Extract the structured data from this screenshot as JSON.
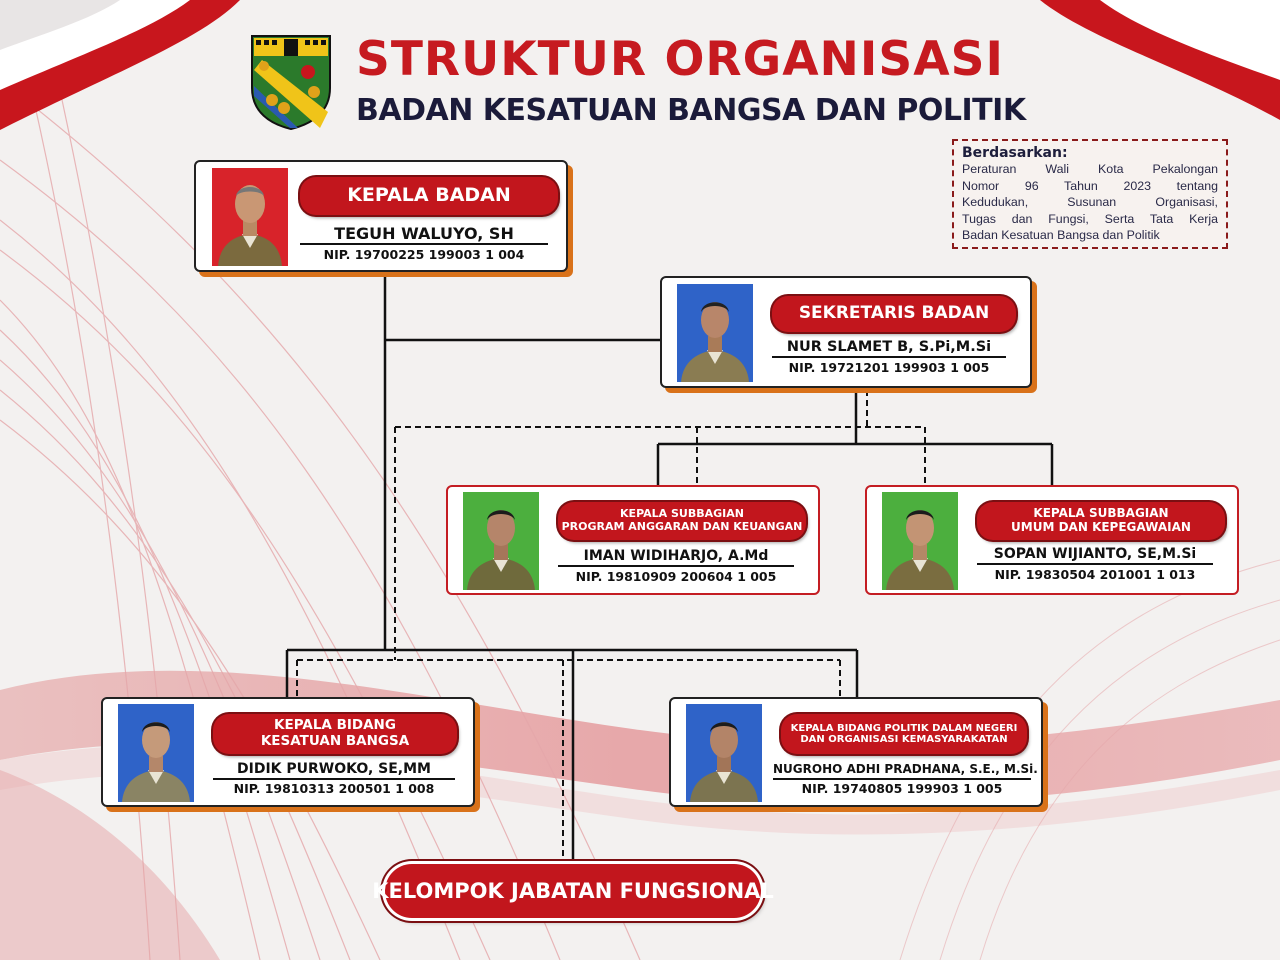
{
  "header": {
    "title": "STRUKTUR ORGANISASI",
    "subtitle": "BADAN KESATUAN BANGSA DAN POLITIK"
  },
  "basis": {
    "heading": "Berdasarkan:",
    "lines": [
      "Peraturan Wali Kota Pekalongan",
      "Nomor 96 Tahun 2023 tentang",
      "Kedudukan, Susunan Organisasi,",
      "Tugas dan Fungsi, Serta Tata Kerja",
      "Badan Kesatuan Bangsa dan Politik"
    ]
  },
  "positions": {
    "kepala": {
      "title": "KEPALA BADAN",
      "name": "TEGUH WALUYO, SH",
      "nip": "NIP.  19700225 199003 1 004"
    },
    "sekretaris": {
      "title": "SEKRETARIS BADAN",
      "name": "NUR SLAMET B, S.Pi,M.Si",
      "nip": "NIP.  19721201 199903 1 005"
    },
    "subbag_program": {
      "title_line1": "KEPALA SUBBAGIAN",
      "title_line2": "PROGRAM ANGGARAN DAN KEUANGAN",
      "name": "IMAN WIDIHARJO, A.Md",
      "nip": "NIP.  19810909 200604 1 005"
    },
    "subbag_umum": {
      "title_line1": "KEPALA SUBBAGIAN",
      "title_line2": "UMUM DAN KEPEGAWAIAN",
      "name": "SOPAN WIJIANTO, SE,M.Si",
      "nip": "NIP.  19830504 201001 1 013"
    },
    "bidang_kesbang": {
      "title_line1": "KEPALA BIDANG",
      "title_line2": "KESATUAN BANGSA",
      "name": "DIDIK PURWOKO, SE,MM",
      "nip": "NIP.  19810313 200501 1 008"
    },
    "bidang_politik": {
      "title_line1": "KEPALA BIDANG POLITIK DALAM NEGERI",
      "title_line2": "DAN ORGANISASI KEMASYARAKATAN",
      "name": "NUGROHO ADHI PRADHANA, S.E., M.Si.",
      "nip": "NIP.  19740805 199903 1 005"
    }
  },
  "functional_group": {
    "label": "KELOMPOK JABATAN FUNGSIONAL"
  },
  "colors": {
    "accent_red": "#c2161d",
    "navy": "#1b1b3a",
    "shadow_orange": "#d9721a"
  }
}
